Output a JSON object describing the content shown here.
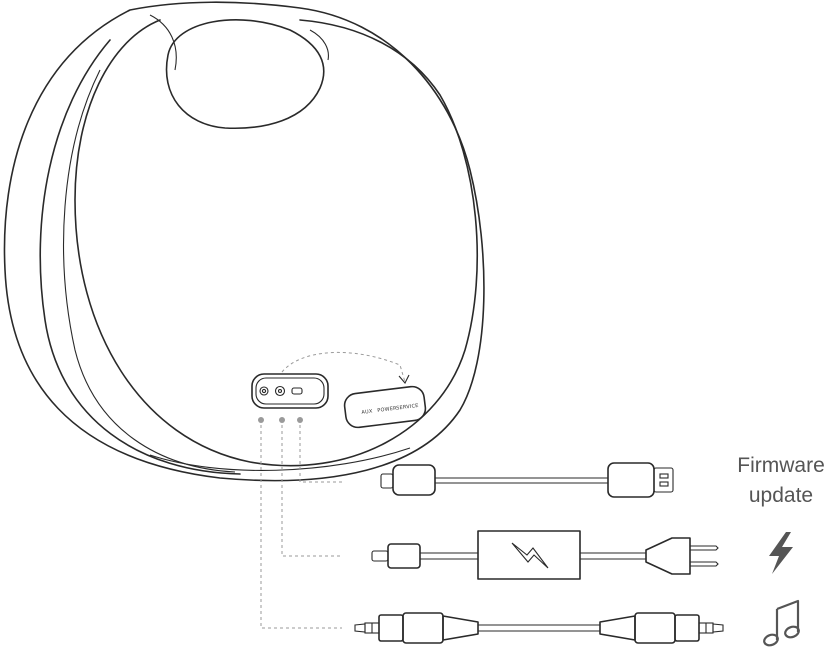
{
  "labels": {
    "firmware_line1": "Firmware",
    "firmware_line2": "update"
  },
  "ports": {
    "aux": "AUX",
    "power": "POWER",
    "service": "SERVICE"
  },
  "icons": {
    "power": "lightning-bolt-icon",
    "audio": "music-note-icon",
    "adapter": "lightning-bolt-icon"
  },
  "colors": {
    "line": "#2a2a2a",
    "dashed_connector": "#9a9a9a",
    "text": "#555555"
  }
}
